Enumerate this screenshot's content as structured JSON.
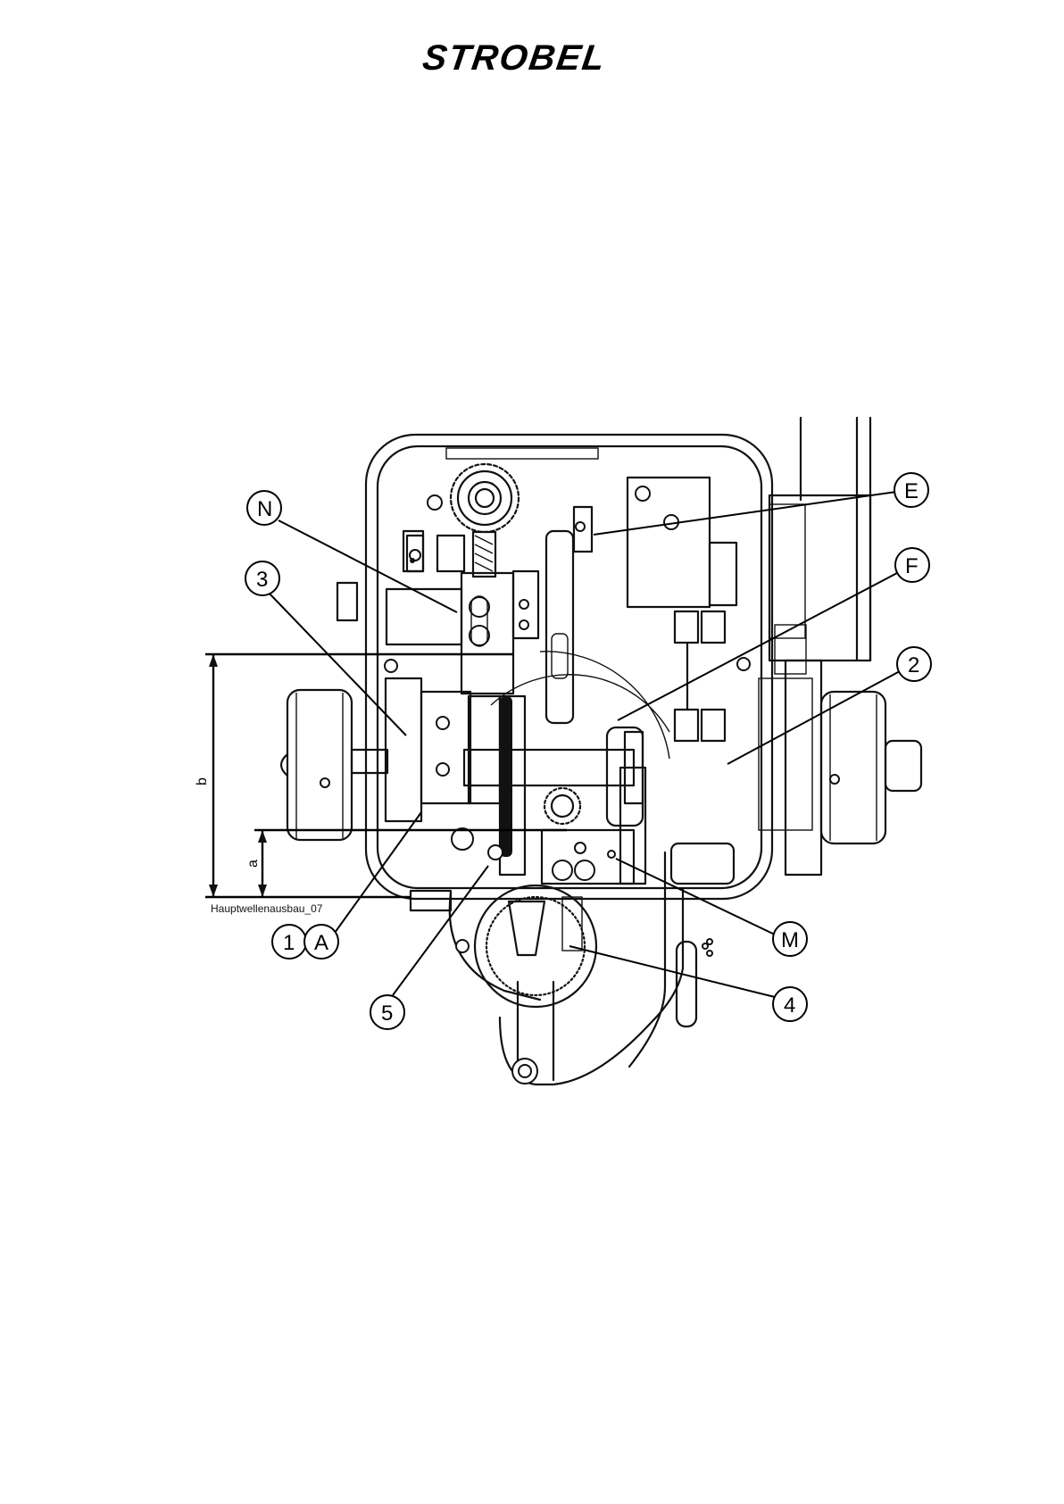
{
  "logo": {
    "text": "STROBEL"
  },
  "callouts": {
    "N": "N",
    "three": "3",
    "E": "E",
    "F": "F",
    "two": "2",
    "one": "1",
    "A": "A",
    "M": "M",
    "five": "5",
    "four": "4"
  },
  "dimensions": {
    "b": "b",
    "a": "a"
  },
  "caption": "Hauptwellenausbau_07"
}
